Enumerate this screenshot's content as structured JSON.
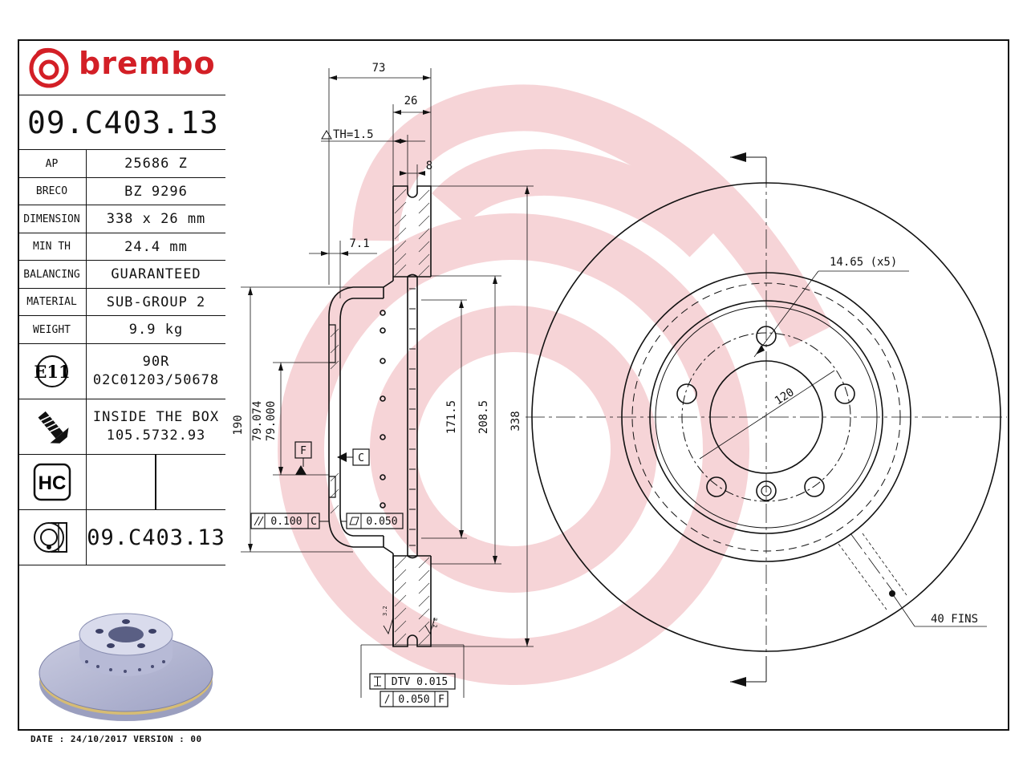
{
  "brand": {
    "name": "brembo",
    "color": "#d31f26"
  },
  "part_number": "09.C403.13",
  "specs": [
    {
      "label": "AP",
      "value": "25686 Z"
    },
    {
      "label": "BRECO",
      "value": "BZ 9296"
    },
    {
      "label": "DIMENSION",
      "value": "338 x 26 mm"
    },
    {
      "label": "MIN TH",
      "value": "24.4 mm"
    },
    {
      "label": "BALANCING",
      "value": "GUARANTEED"
    },
    {
      "label": "MATERIAL",
      "value": "SUB-GROUP 2"
    },
    {
      "label": "WEIGHT",
      "value": "9.9 kg"
    }
  ],
  "approval": {
    "mark": "E11",
    "line1": "90R",
    "line2": "02C01203/50678"
  },
  "hardware": {
    "icon": "screw-icon",
    "line1": "INSIDE THE BOX",
    "line2": "105.5732.93"
  },
  "coating": {
    "badge": "HC"
  },
  "part_number_repeat": "09.C403.13",
  "footer": "DATE : 24/10/2017 VERSION : 00",
  "dims": {
    "d73": "73",
    "d26": "26",
    "th": "TH=1.5",
    "d8": "8",
    "d71": "7.1",
    "d190": "190",
    "d79074": "79.074",
    "d79000": "79.000",
    "d1715": "171.5",
    "d2085": "208.5",
    "d338": "338",
    "datum_f": "F",
    "datum_c": "C",
    "tol_parallel": "0.100",
    "tol_parallel_ref": "C",
    "tol_flat": "0.050",
    "dtv": "DTV 0.015",
    "runout": "0.050",
    "runout_ref": "F",
    "rough1": "3.2",
    "rough2": "3.2",
    "holes": "14.65 (x5)",
    "pcd": "120",
    "fins": "40 FINS"
  }
}
